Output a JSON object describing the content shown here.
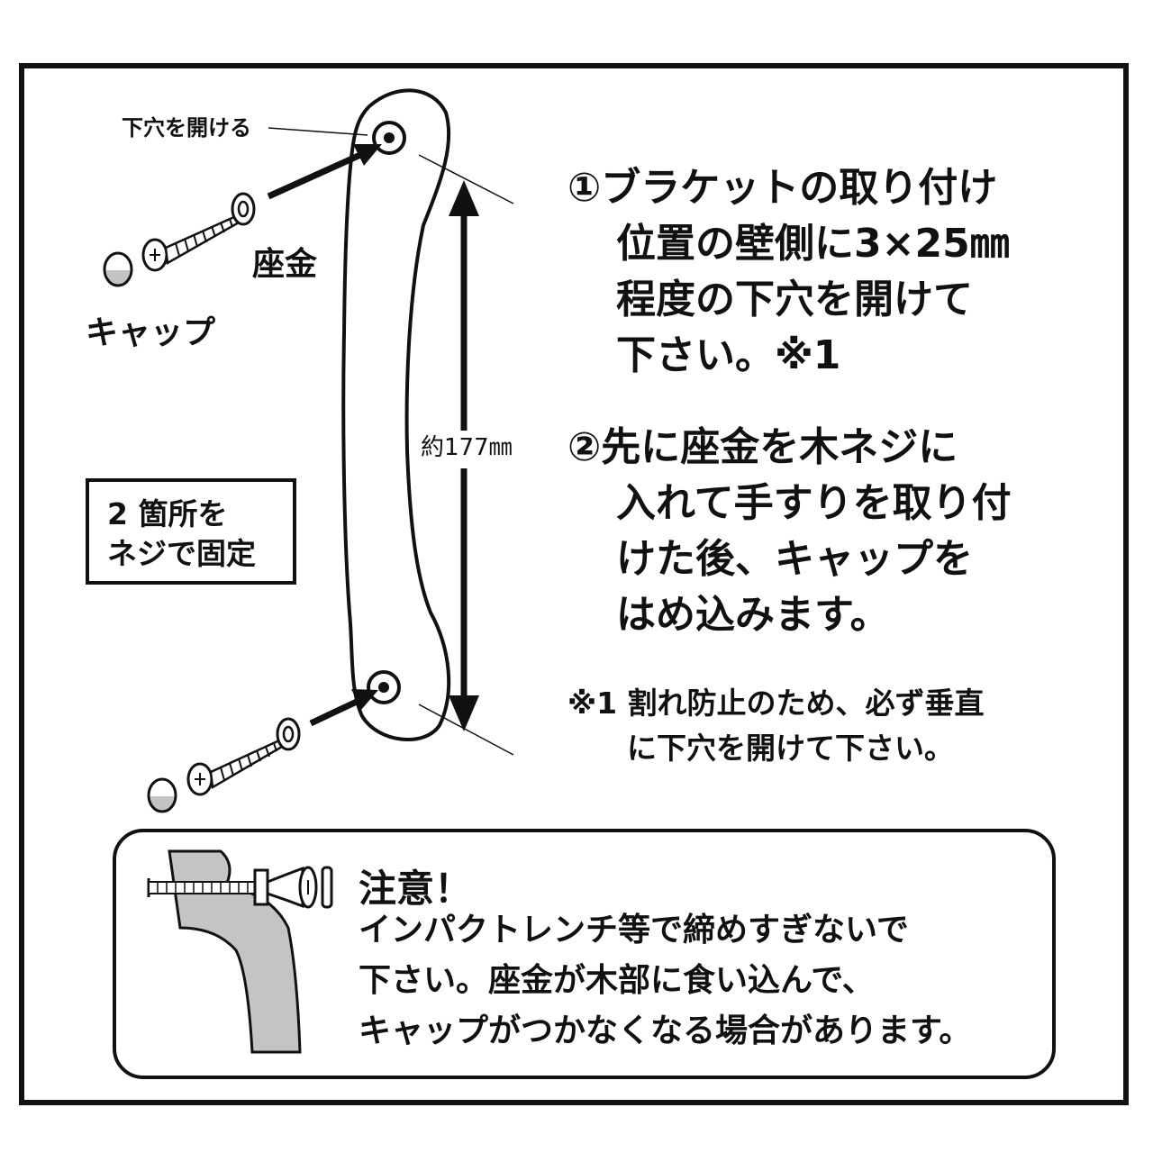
{
  "labels": {
    "pilot_hole": "下穴を開ける",
    "washer": "座金",
    "cap": "キャップ",
    "dimension": "約177㎜"
  },
  "box_label": [
    "2 箇所を",
    "ネジで固定"
  ],
  "step1": [
    "①ブラケットの取り付け",
    "位置の壁側に3×25㎜",
    "程度の下穴を開けて",
    "下さい。※1"
  ],
  "step2": [
    "②先に座金を木ネジに",
    "入れて手すりを取り付",
    "けた後、キャップを",
    "はめ込みます。"
  ],
  "note1": [
    "※1 割れ防止のため、必ず垂直",
    "に下穴を開けて下さい。"
  ],
  "caution": {
    "title": "注意！",
    "lines": [
      "インパクトレンチ等で締めすぎないで",
      "下さい。座金が木部に食い込んで、",
      "キャップがつかなくなる場合があります。"
    ]
  }
}
